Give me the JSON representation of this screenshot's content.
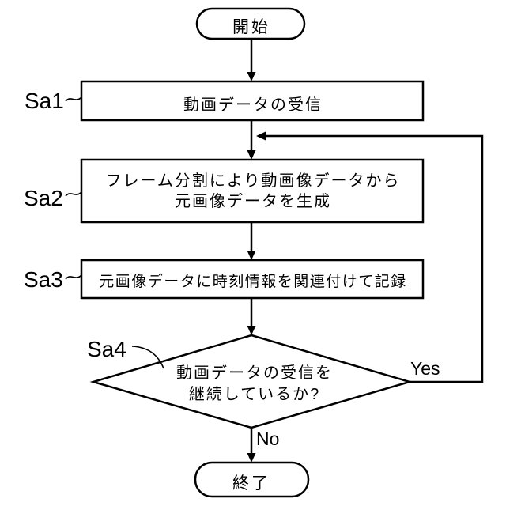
{
  "flow": {
    "start": {
      "label": "開始"
    },
    "end": {
      "label": "終了"
    },
    "steps": [
      {
        "id": "Sa1",
        "text": "動画データの受信"
      },
      {
        "id": "Sa2",
        "line1": "フレーム分割により動画像データから",
        "line2": "元画像データを生成"
      },
      {
        "id": "Sa3",
        "text": "元画像データに時刻情報を関連付けて記録"
      },
      {
        "id": "Sa4",
        "line1": "動画データの受信を",
        "line2": "継続しているか?"
      }
    ],
    "branches": {
      "yes": "Yes",
      "no": "No"
    },
    "colors": {
      "line": "#000000",
      "background": "#ffffff"
    }
  }
}
